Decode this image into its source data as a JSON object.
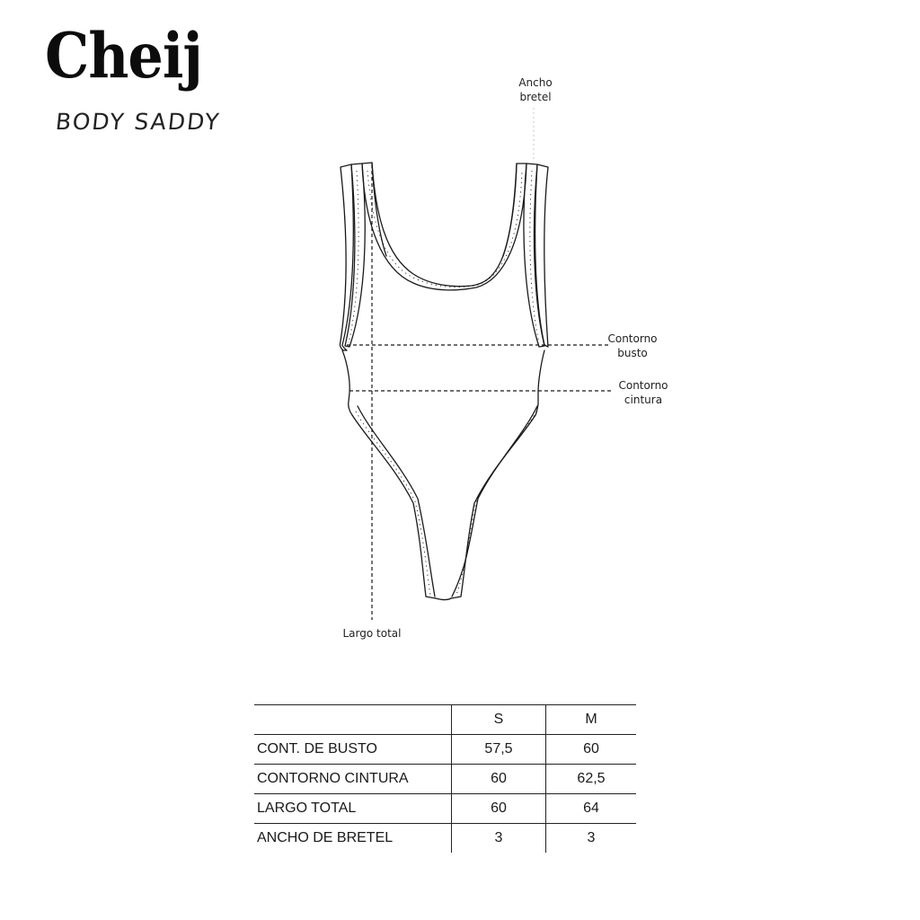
{
  "brand": {
    "name": "Cheij",
    "product": "BODY SADDY"
  },
  "diagram": {
    "labels": {
      "ancho_bretel": [
        "Ancho",
        "bretel"
      ],
      "contorno_busto": [
        "Contorno",
        "busto"
      ],
      "contorno_cintura": [
        "Contorno",
        "cintura"
      ],
      "largo_total": [
        "Largo total"
      ]
    }
  },
  "size_table": {
    "headers": [
      "",
      "S",
      "M"
    ],
    "rows": [
      {
        "name": "CONT. DE BUSTO",
        "s": "57,5",
        "m": "60"
      },
      {
        "name": "CONTORNO CINTURA",
        "s": "60",
        "m": "62,5"
      },
      {
        "name": "LARGO TOTAL",
        "s": "60",
        "m": "64"
      },
      {
        "name": "ANCHO DE BRETEL",
        "s": "3",
        "m": "3"
      }
    ]
  },
  "colors": {
    "ink": "#1a1a1a",
    "background": "#ffffff"
  }
}
